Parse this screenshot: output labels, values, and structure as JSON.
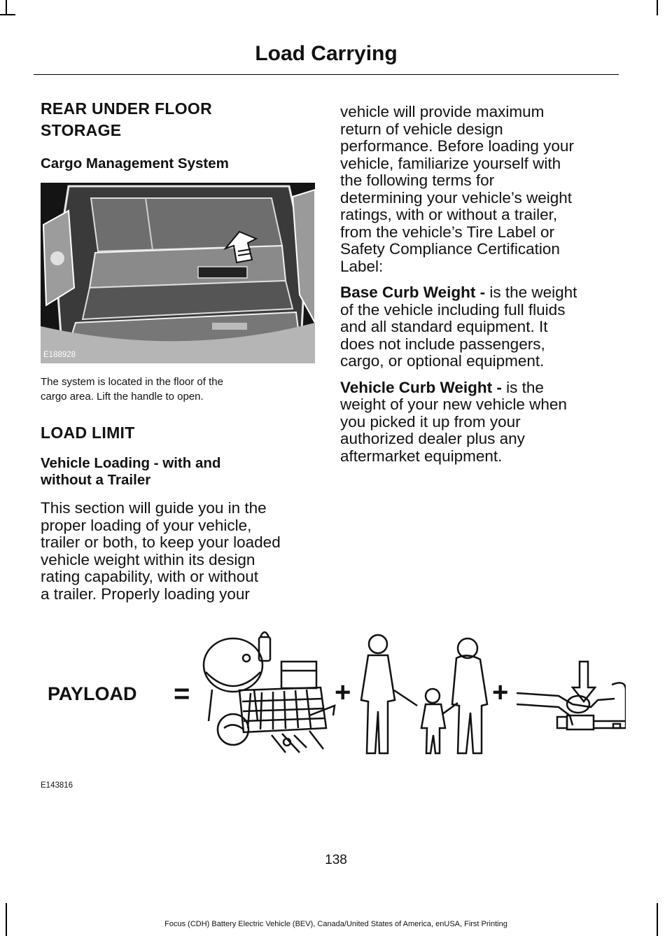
{
  "header": {
    "title": "Load Carrying"
  },
  "left": {
    "section1_line1": "REAR UNDER FLOOR",
    "section1_line2": "STORAGE",
    "subheading1": "Cargo Management System",
    "figure1_code": "E188928",
    "caption_line1": "The system is located in the floor of the",
    "caption_line2": "cargo area. Lift the handle to open.",
    "section2": "LOAD LIMIT",
    "subheading2_line1": "Vehicle Loading - with and",
    "subheading2_line2": "without a Trailer",
    "body_lines": [
      "This section will guide you in the",
      "proper loading of your vehicle,",
      "trailer or both, to keep your loaded",
      "vehicle weight within its design",
      "rating capability, with or without",
      "a trailer. Properly loading your"
    ]
  },
  "right": {
    "body_lines": [
      "vehicle will provide maximum",
      "return of vehicle design",
      "performance. Before loading your",
      "vehicle, familiarize yourself with",
      "the following terms for",
      "determining your vehicle’s weight",
      "ratings, with or without a trailer,",
      "from the vehicle’s Tire Label or",
      "Safety Compliance Certification",
      "Label:"
    ],
    "term1": "Base Curb Weight -",
    "term1_lines": [
      " is the weight",
      "of the vehicle including full fluids",
      "and all standard equipment. It",
      "does not include passengers,",
      "cargo, or optional equipment."
    ],
    "term2": "Vehicle Curb Weight -",
    "term2_lines": [
      " is the",
      "weight of your new vehicle when",
      "you picked it up from your",
      "authorized dealer plus any",
      "aftermarket equipment."
    ]
  },
  "payload_figure": {
    "label": "PAYLOAD",
    "equals": "=",
    "plus": "+",
    "code": "E143816"
  },
  "page_number": "138",
  "footer": "Focus (CDH) Battery Electric Vehicle (BEV), Canada/United States of America, enUSA, First Printing"
}
